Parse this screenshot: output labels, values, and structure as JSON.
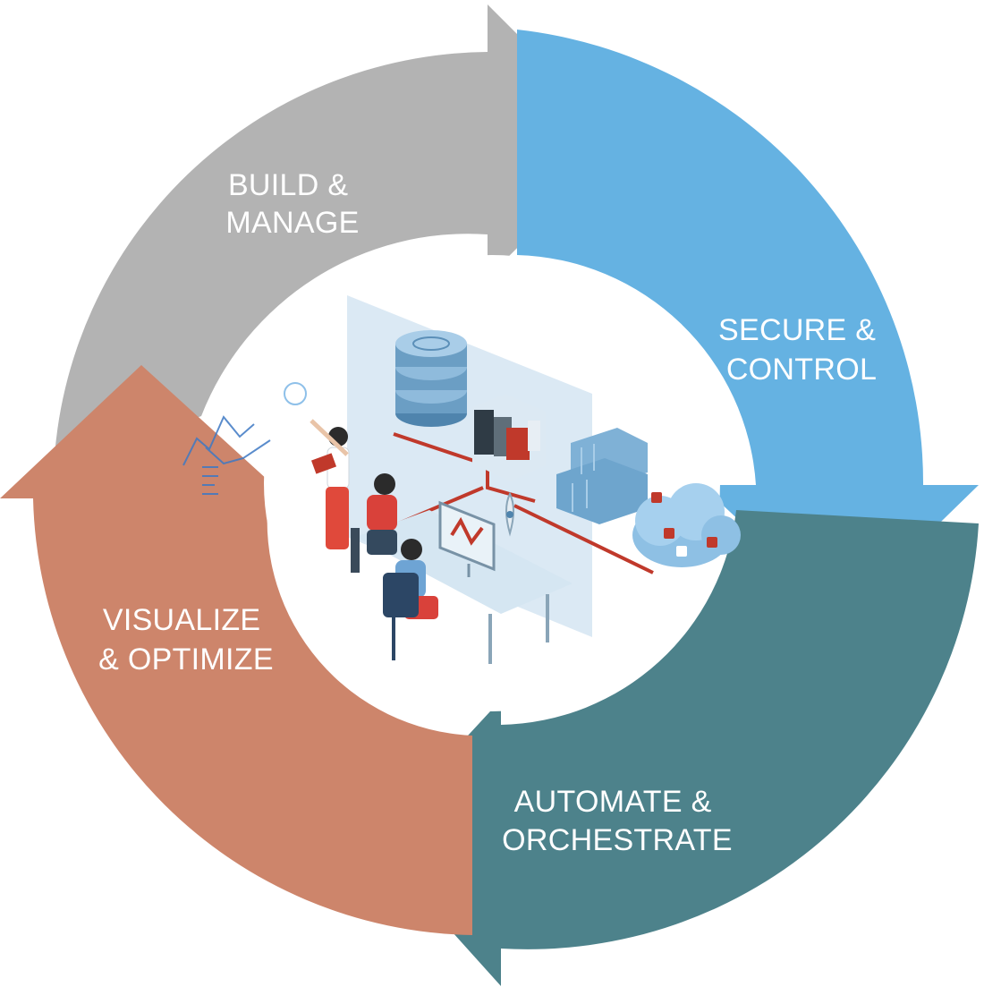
{
  "diagram": {
    "type": "cycle",
    "stages": [
      {
        "key": "build",
        "lines": [
          "BUILD &",
          "MANAGE"
        ],
        "color": "#b3b3b3"
      },
      {
        "key": "secure",
        "lines": [
          "SECURE &",
          "CONTROL"
        ],
        "color": "#65b2e2"
      },
      {
        "key": "automate",
        "lines": [
          "AUTOMATE &",
          "ORCHESTRATE"
        ],
        "color": "#4d828b"
      },
      {
        "key": "visualize",
        "lines": [
          "VISUALIZE",
          "& OPTIMIZE"
        ],
        "color": "#cd856b"
      }
    ],
    "center_illustration": "team-working-on-data-infrastructure-illustration",
    "colors": {
      "accent_red": "#c0392b",
      "panel_blue": "#cfe2f0",
      "database_blue": "#6b9ec4",
      "cloud_blue": "#8ec0e4"
    }
  }
}
